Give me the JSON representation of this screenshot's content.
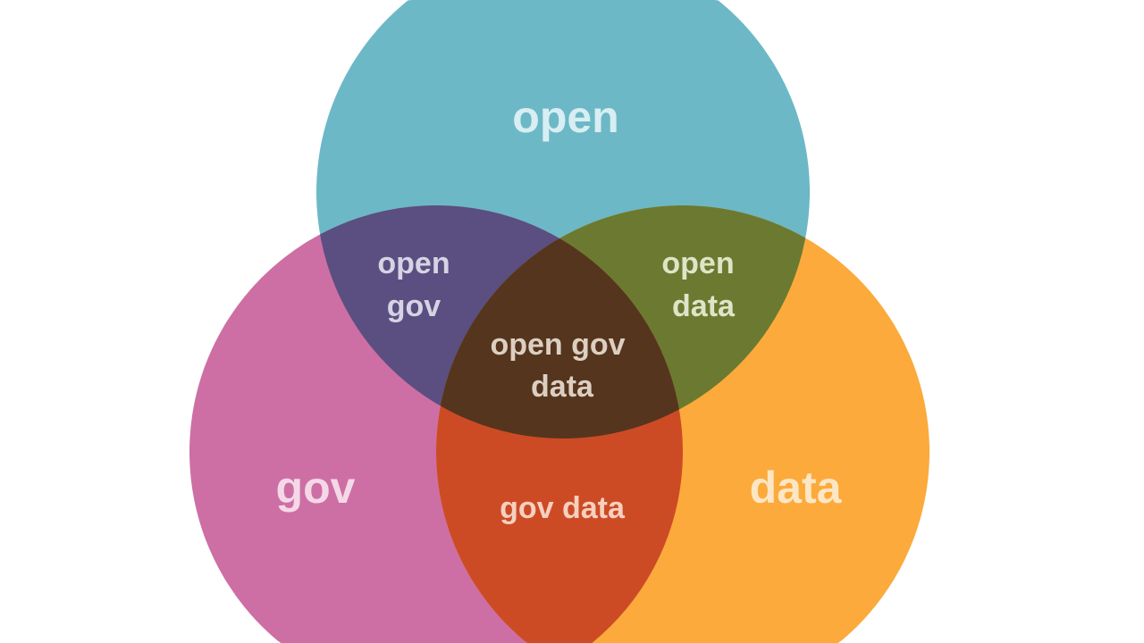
{
  "diagram": {
    "type": "venn",
    "sets": [
      {
        "id": "open",
        "label": "open",
        "color": "#6cb8c6"
      },
      {
        "id": "gov",
        "label": "gov",
        "color": "#cd6fa4"
      },
      {
        "id": "data",
        "label": "data",
        "color": "#fbaa3b"
      }
    ],
    "intersections": [
      {
        "id": "open-gov",
        "lines": [
          "open",
          "gov"
        ],
        "color": "#5a4f80"
      },
      {
        "id": "open-data",
        "lines": [
          "open",
          "data"
        ],
        "color": "#6b7a30"
      },
      {
        "id": "gov-data",
        "lines": [
          "gov data"
        ],
        "color": "#cc4b25"
      },
      {
        "id": "open-gov-data",
        "lines": [
          "open gov",
          "data"
        ],
        "color": "#55351d"
      }
    ],
    "label_colors": {
      "open": "#d8eef2",
      "gov": "#f5d8e8",
      "data": "#fde6c4",
      "open_gov": "#d6d3e4",
      "open_data": "#dfe4c8",
      "gov_data": "#f6d0c0",
      "open_gov_data": "#dccfc2"
    }
  }
}
